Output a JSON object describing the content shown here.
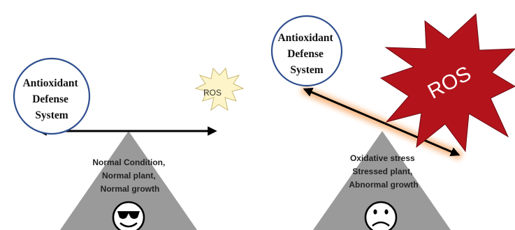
{
  "left_panel": {
    "defense_label": [
      "Antioxidant",
      "Defense",
      "System"
    ],
    "ros_label": "ROS",
    "condition_text": [
      "Normal Condition,",
      "Normal plant,",
      "Normal growth"
    ]
  },
  "right_panel": {
    "defense_label": [
      "Antioxidant",
      "Defense",
      "System"
    ],
    "ros_label": "ROS",
    "condition_text": [
      "Oxidative stress",
      "Stressed plant,",
      "Abnormal growth"
    ]
  },
  "colors": {
    "circle_stroke": "#2f4f8f",
    "triangle_fill": "#9a9a9a",
    "ros_small_fill": "#fdf5c9",
    "ros_big_fill": "#b3141c",
    "glow": "#f7b27a"
  }
}
